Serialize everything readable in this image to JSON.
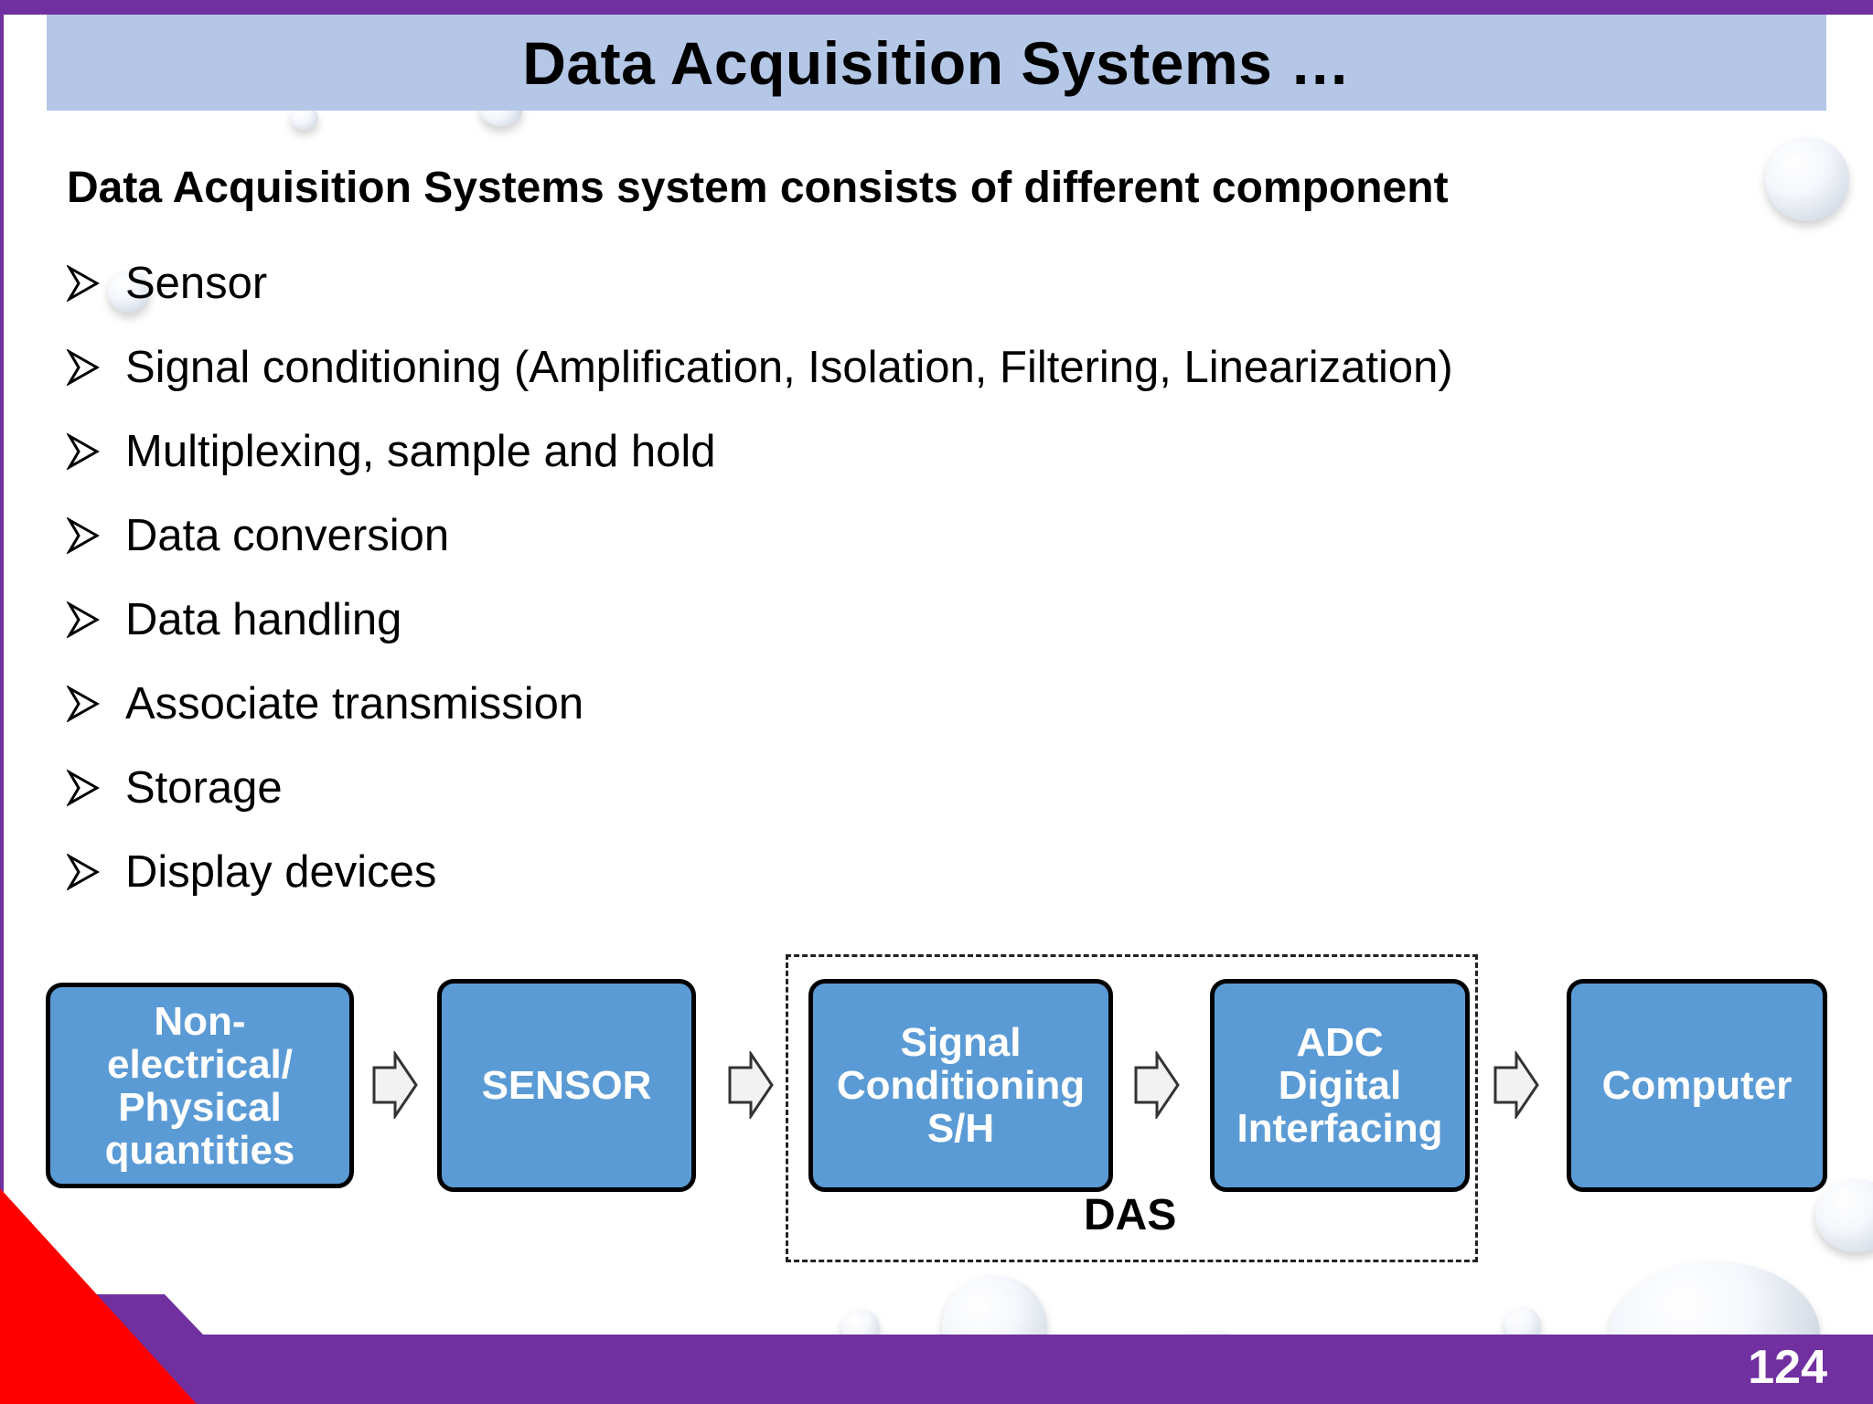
{
  "slide": {
    "title": "Data Acquisition Systems …",
    "intro": "Data Acquisition Systems system consists of different component",
    "bullets": [
      "Sensor",
      "Signal conditioning (Amplification, Isolation, Filtering, Linearization)",
      "Multiplexing, sample and hold",
      "Data conversion",
      "Data handling",
      "Associate transmission",
      "Storage",
      "Display devices"
    ],
    "page_number": "124"
  },
  "diagram": {
    "boxes": [
      {
        "lines": [
          "Non-",
          "electrical/",
          "Physical",
          "quantities"
        ]
      },
      {
        "lines": [
          "SENSOR"
        ]
      },
      {
        "lines": [
          "Signal",
          "Conditioning",
          "S/H"
        ]
      },
      {
        "lines": [
          "ADC",
          "Digital",
          "Interfacing"
        ]
      },
      {
        "lines": [
          "Computer"
        ]
      }
    ],
    "group_label": "DAS"
  },
  "colors": {
    "title_band": "#b4c7e7",
    "box_fill": "#5b9bd5",
    "frame_purple": "#7030a0",
    "corner_red": "#ff0000"
  }
}
